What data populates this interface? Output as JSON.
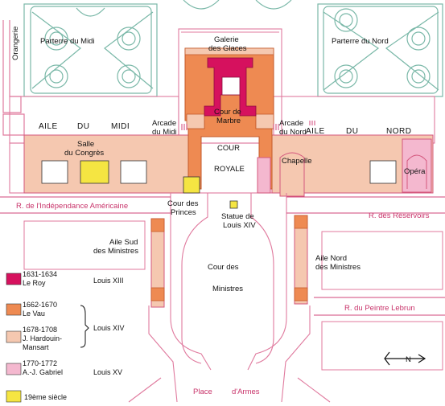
{
  "map": {
    "orientation_label": "N",
    "gardens": {
      "parterre_midi": "Parterre du Midi",
      "parterre_nord": "Parterre du Nord",
      "orangerie": "Orangerie"
    },
    "buildings": {
      "galerie_line1": "Galerie",
      "galerie_line2": "des Glaces",
      "cour_marbre_line1": "Cour de",
      "cour_marbre_line2": "Marbre",
      "aile_midi": [
        "AILE",
        "DU",
        "MIDI"
      ],
      "aile_nord": [
        "AILE",
        "DU",
        "NORD"
      ],
      "arcade_midi_line1": "Arcade",
      "arcade_midi_line2": "du Midi",
      "arcade_nord_line1": "Arcade",
      "arcade_nord_line2": "du Nord",
      "cour_royale_line1": "COUR",
      "cour_royale_line2": "ROYALE",
      "salle_line1": "Salle",
      "salle_line2": "du Congrès",
      "chapelle": "Chapelle",
      "opera": "Opéra",
      "cour_princes_line1": "Cour des",
      "cour_princes_line2": "Princes",
      "statue_line1": "Statue de",
      "statue_line2": "Louis XIV",
      "aile_sud_ministres_line1": "Aile Sud",
      "aile_sud_ministres_line2": "des Ministres",
      "aile_nord_ministres_line1": "Aile Nord",
      "aile_nord_ministres_line2": "des Ministres",
      "cour_ministres_line1": "Cour  des",
      "cour_ministres_line2": "Ministres",
      "place_armes": [
        "Place",
        "d'Armes"
      ]
    },
    "roads": {
      "independance": "R. de l'Indépendance Américaine",
      "reservoirs": "R. des Réservoirs",
      "peintre_lebrun": "R. du Peintre Lebrun"
    }
  },
  "legend": {
    "items": [
      {
        "dates": "1631-1634",
        "architect": "Le Roy",
        "color": "#d6115e"
      },
      {
        "dates": "1662-1670",
        "architect": "Le Vau",
        "color": "#ee8a52"
      },
      {
        "dates": "1678-1708",
        "architect_line1": "J. Hardouin-",
        "architect_line2": "Mansart",
        "color": "#f5c8b0"
      },
      {
        "dates": "1770-1772",
        "architect": "A.-J. Gabriel",
        "color": "#f4b8cf"
      },
      {
        "dates": "19ème siècle",
        "architect": "",
        "color": "#f5e542"
      }
    ],
    "reigns": {
      "louis13": "Louis XIII",
      "louis14": "Louis XIV",
      "louis15": "Louis XV"
    }
  },
  "colors": {
    "road_line": "#d0457a",
    "garden_line": "#7ab8a8",
    "outline": "#e07a9e"
  }
}
